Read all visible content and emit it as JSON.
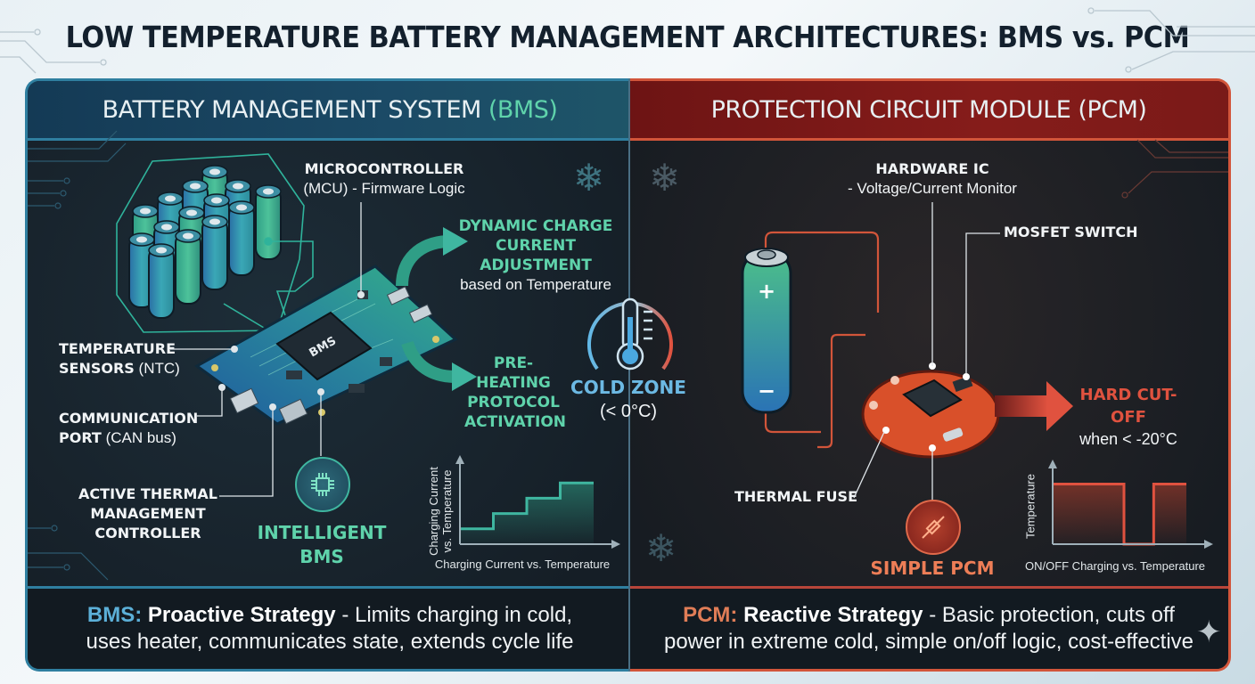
{
  "title": "LOW TEMPERATURE BATTERY MANAGEMENT ARCHITECTURES: BMS vs. PCM",
  "bms": {
    "header_main": "BATTERY MANAGEMENT SYSTEM",
    "header_accent": "(BMS)",
    "chip_label": "BMS",
    "labels": {
      "mcu_title": "MICROCONTROLLER",
      "mcu_sub": "(MCU) - Firmware Logic",
      "temp_title": "TEMPERATURE",
      "temp_sub_bold": "SENSORS",
      "temp_sub": "(NTC)",
      "comm_title": "COMMUNICATION",
      "comm_sub_bold": "PORT",
      "comm_sub": "(CAN bus)",
      "thermal_line1": "ACTIVE THERMAL",
      "thermal_line2": "MANAGEMENT",
      "thermal_line3": "CONTROLLER",
      "dynamic_line1": "DYNAMIC CHARGE",
      "dynamic_line2": "CURRENT ADJUSTMENT",
      "dynamic_line3": "based on Temperature",
      "preheat_line1": "PRE-HEATING",
      "preheat_line2": "PROTOCOL",
      "preheat_line3": "ACTIVATION",
      "intelligent_line1": "INTELLIGENT",
      "intelligent_line2": "BMS"
    },
    "footer": {
      "key": "BMS:",
      "strategy": "Proactive Strategy",
      "text_line1": " - Limits charging in cold,",
      "text_line2": "uses heater, communicates state, extends cycle life"
    }
  },
  "center": {
    "zone_title": "COLD ZONE",
    "zone_sub": "(< 0°C)"
  },
  "pcm": {
    "header": "PROTECTION CIRCUIT MODULE (PCM)",
    "battery_plus": "+",
    "battery_minus": "−",
    "labels": {
      "ic_title": "HARDWARE IC",
      "ic_sub": "- Voltage/Current Monitor",
      "mosfet": "MOSFET SWITCH",
      "cutoff_title": "HARD CUT-OFF",
      "cutoff_sub": "when < -20°C",
      "fuse": "THERMAL FUSE",
      "simple": "SIMPLE PCM"
    },
    "footer": {
      "key": "PCM:",
      "strategy": "Reactive Strategy",
      "text_line1": " - Basic protection, cuts off",
      "text_line2": "power in extreme cold, simple on/off logic, cost-effective"
    }
  },
  "chart_data": [
    {
      "type": "line",
      "title": "Charging Current vs. Temperature",
      "xlabel": "Charging Current vs. Temperature",
      "ylabel_line1": "Charging Current",
      "ylabel_line2": "vs. Temperature",
      "step": true,
      "x": [
        0,
        1,
        2,
        3,
        4
      ],
      "y": [
        1,
        2,
        3,
        4,
        4
      ],
      "ylim": [
        0,
        5
      ],
      "color": "#3fb6a0"
    },
    {
      "type": "line",
      "title": "ON/OFF Charging vs. Temperature",
      "xlabel": "ON/OFF Charging vs. Temperature",
      "ylabel": "Temperature",
      "step": true,
      "x": [
        0,
        2.4,
        3.4,
        4.5
      ],
      "y": [
        1,
        0,
        1,
        1
      ],
      "ylim": [
        0,
        1.2
      ],
      "color": "#e0523f"
    }
  ],
  "colors": {
    "bms_accent": "#5fd3ab",
    "bms_border": "#2f7fa0",
    "pcm_accent": "#e0523f",
    "pcm_border": "#d2553a",
    "cold_blue": "#6cb9e3"
  },
  "icons": {
    "snowflake": "snowflake-icon",
    "thermometer": "thermometer-icon",
    "chip": "chip-icon",
    "fuse": "fuse-icon",
    "sparkle": "sparkle-icon"
  }
}
